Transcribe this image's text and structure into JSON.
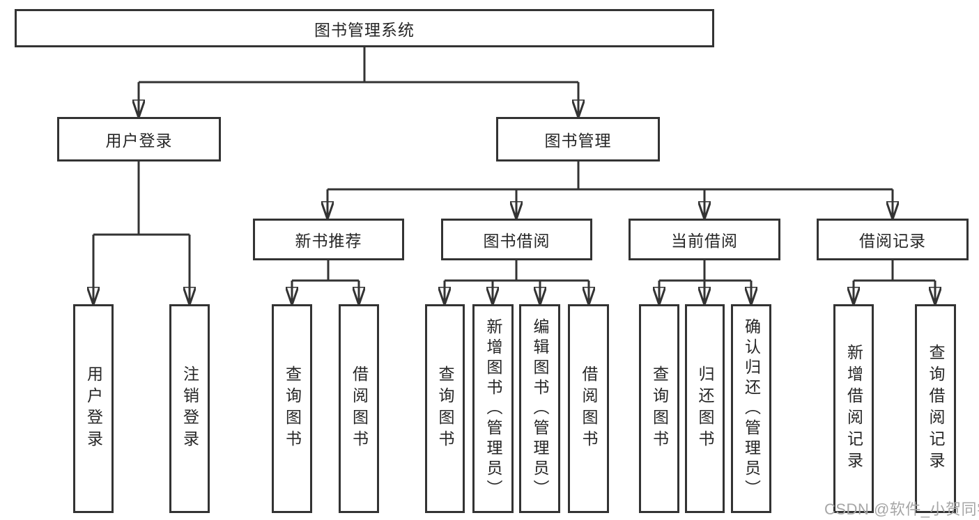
{
  "tree": {
    "root": {
      "label": "图书管理系统"
    },
    "user_login": {
      "label": "用户登录",
      "children": [
        {
          "label": "用户登录"
        },
        {
          "label": "注销登录"
        }
      ]
    },
    "book_mgmt": {
      "label": "图书管理"
    },
    "new_book_rec": {
      "label": "新书推荐",
      "children": [
        {
          "label": "查询图书"
        },
        {
          "label": "借阅图书"
        }
      ]
    },
    "book_borrow": {
      "label": "图书借阅",
      "children": [
        {
          "label": "查询图书"
        },
        {
          "label": "新增图书（管理员）"
        },
        {
          "label": "编辑图书（管理员）"
        },
        {
          "label": "借阅图书"
        }
      ]
    },
    "current_borrow": {
      "label": "当前借阅",
      "children": [
        {
          "label": "查询图书"
        },
        {
          "label": "归还图书"
        },
        {
          "label": "确认归还（管理员）"
        }
      ]
    },
    "borrow_records": {
      "label": "借阅记录",
      "children": [
        {
          "label": "新增借阅记录"
        },
        {
          "label": "查询借阅记录"
        }
      ]
    }
  },
  "watermark": {
    "text": "CSDN @软件_小贺同学"
  },
  "colors": {
    "line": "#333333",
    "border": "#333333",
    "text": "#262626",
    "background": "#ffffff",
    "watermark": "#a6a6a6"
  }
}
